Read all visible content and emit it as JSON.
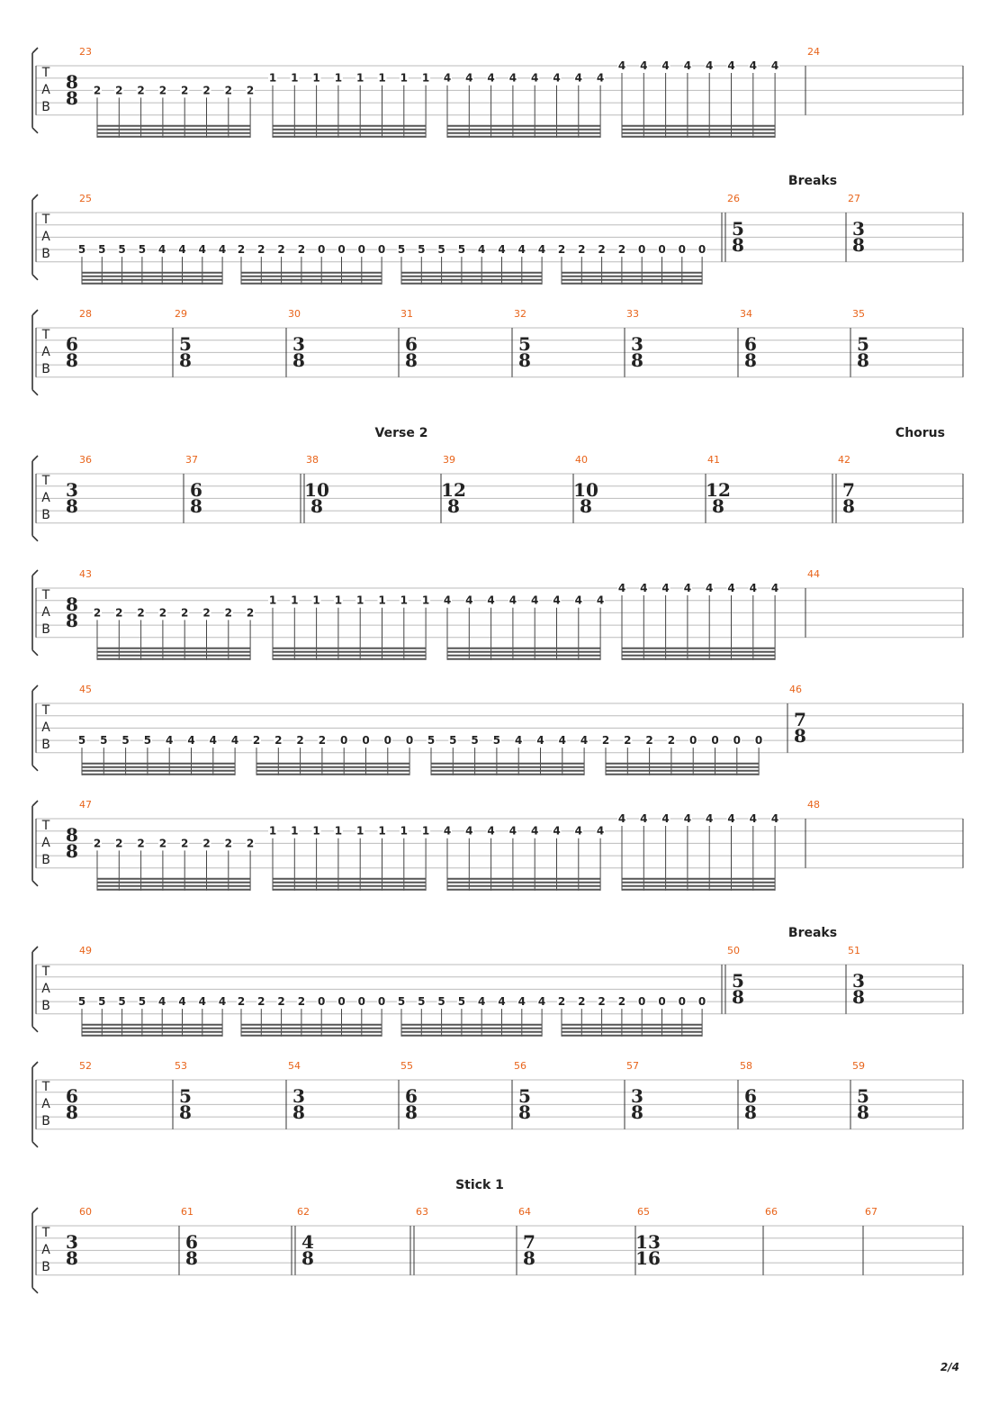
{
  "page_number": "2/4",
  "tab_letters": [
    "T",
    "A",
    "B"
  ],
  "systems": [
    {
      "section": "",
      "measures": [
        {
          "num": "23",
          "ts": [
            "8",
            "8"
          ],
          "groups": [
            {
              "s": 2,
              "f": [
                "2",
                "2",
                "2",
                "2",
                "2",
                "2",
                "2",
                "2"
              ]
            },
            {
              "s": 1,
              "f": [
                "1",
                "1",
                "1",
                "1",
                "1",
                "1",
                "1",
                "1"
              ]
            },
            {
              "s": 1,
              "f": [
                "4",
                "4",
                "4",
                "4",
                "4",
                "4",
                "4",
                "4"
              ]
            },
            {
              "s": 0,
              "f": [
                "4",
                "4",
                "4",
                "4",
                "4",
                "4",
                "4",
                "4"
              ]
            }
          ]
        },
        {
          "num": "24"
        }
      ]
    },
    {
      "section": "Breaks",
      "measures": [
        {
          "num": "25",
          "groups": [
            {
              "s": 3,
              "f": [
                "5",
                "5",
                "5",
                "5",
                "4",
                "4",
                "4",
                "4"
              ]
            },
            {
              "s": 3,
              "f": [
                "2",
                "2",
                "2",
                "2",
                "0",
                "0",
                "0",
                "0"
              ]
            },
            {
              "s": 3,
              "f": [
                "5",
                "5",
                "5",
                "5",
                "4",
                "4",
                "4",
                "4"
              ]
            },
            {
              "s": 3,
              "f": [
                "2",
                "2",
                "2",
                "2",
                "0",
                "0",
                "0",
                "0"
              ]
            }
          ]
        },
        {
          "num": "26",
          "ts": [
            "5",
            "8"
          ],
          "double_bar_before": true
        },
        {
          "num": "27",
          "ts": [
            "3",
            "8"
          ]
        }
      ]
    },
    {
      "section": "",
      "measures": [
        {
          "num": "28",
          "ts": [
            "6",
            "8"
          ]
        },
        {
          "num": "29",
          "ts": [
            "5",
            "8"
          ]
        },
        {
          "num": "30",
          "ts": [
            "3",
            "8"
          ]
        },
        {
          "num": "31",
          "ts": [
            "6",
            "8"
          ]
        },
        {
          "num": "32",
          "ts": [
            "5",
            "8"
          ]
        },
        {
          "num": "33",
          "ts": [
            "3",
            "8"
          ]
        },
        {
          "num": "34",
          "ts": [
            "6",
            "8"
          ]
        },
        {
          "num": "35",
          "ts": [
            "5",
            "8"
          ]
        }
      ]
    },
    {
      "section": "",
      "labels": [
        {
          "text": "Verse 2",
          "measure": 2
        },
        {
          "text": "Chorus",
          "measure": 6,
          "right": true
        }
      ],
      "measures": [
        {
          "num": "36",
          "ts": [
            "3",
            "8"
          ]
        },
        {
          "num": "37",
          "ts": [
            "6",
            "8"
          ]
        },
        {
          "num": "38",
          "ts": [
            "10",
            "8"
          ],
          "double_bar_before": true
        },
        {
          "num": "39",
          "ts": [
            "12",
            "8"
          ]
        },
        {
          "num": "40",
          "ts": [
            "10",
            "8"
          ]
        },
        {
          "num": "41",
          "ts": [
            "12",
            "8"
          ]
        },
        {
          "num": "42",
          "ts": [
            "7",
            "8"
          ],
          "double_bar_before": true
        }
      ]
    },
    {
      "section": "",
      "measures": [
        {
          "num": "43",
          "ts": [
            "8",
            "8"
          ],
          "groups": [
            {
              "s": 2,
              "f": [
                "2",
                "2",
                "2",
                "2",
                "2",
                "2",
                "2",
                "2"
              ]
            },
            {
              "s": 1,
              "f": [
                "1",
                "1",
                "1",
                "1",
                "1",
                "1",
                "1",
                "1"
              ]
            },
            {
              "s": 1,
              "f": [
                "4",
                "4",
                "4",
                "4",
                "4",
                "4",
                "4",
                "4"
              ]
            },
            {
              "s": 0,
              "f": [
                "4",
                "4",
                "4",
                "4",
                "4",
                "4",
                "4",
                "4"
              ]
            }
          ]
        },
        {
          "num": "44"
        }
      ]
    },
    {
      "section": "",
      "measures": [
        {
          "num": "45",
          "groups": [
            {
              "s": 3,
              "f": [
                "5",
                "5",
                "5",
                "5",
                "4",
                "4",
                "4",
                "4"
              ]
            },
            {
              "s": 3,
              "f": [
                "2",
                "2",
                "2",
                "2",
                "0",
                "0",
                "0",
                "0"
              ]
            },
            {
              "s": 3,
              "f": [
                "5",
                "5",
                "5",
                "5",
                "4",
                "4",
                "4",
                "4"
              ]
            },
            {
              "s": 3,
              "f": [
                "2",
                "2",
                "2",
                "2",
                "0",
                "0",
                "0",
                "0"
              ]
            }
          ]
        },
        {
          "num": "46",
          "ts": [
            "7",
            "8"
          ]
        }
      ]
    },
    {
      "section": "",
      "measures": [
        {
          "num": "47",
          "ts": [
            "8",
            "8"
          ],
          "groups": [
            {
              "s": 2,
              "f": [
                "2",
                "2",
                "2",
                "2",
                "2",
                "2",
                "2",
                "2"
              ]
            },
            {
              "s": 1,
              "f": [
                "1",
                "1",
                "1",
                "1",
                "1",
                "1",
                "1",
                "1"
              ]
            },
            {
              "s": 1,
              "f": [
                "4",
                "4",
                "4",
                "4",
                "4",
                "4",
                "4",
                "4"
              ]
            },
            {
              "s": 0,
              "f": [
                "4",
                "4",
                "4",
                "4",
                "4",
                "4",
                "4",
                "4"
              ]
            }
          ]
        },
        {
          "num": "48"
        }
      ]
    },
    {
      "section": "Breaks",
      "measures": [
        {
          "num": "49",
          "groups": [
            {
              "s": 3,
              "f": [
                "5",
                "5",
                "5",
                "5",
                "4",
                "4",
                "4",
                "4"
              ]
            },
            {
              "s": 3,
              "f": [
                "2",
                "2",
                "2",
                "2",
                "0",
                "0",
                "0",
                "0"
              ]
            },
            {
              "s": 3,
              "f": [
                "5",
                "5",
                "5",
                "5",
                "4",
                "4",
                "4",
                "4"
              ]
            },
            {
              "s": 3,
              "f": [
                "2",
                "2",
                "2",
                "2",
                "0",
                "0",
                "0",
                "0"
              ]
            }
          ]
        },
        {
          "num": "50",
          "ts": [
            "5",
            "8"
          ],
          "double_bar_before": true
        },
        {
          "num": "51",
          "ts": [
            "3",
            "8"
          ]
        }
      ]
    },
    {
      "section": "",
      "measures": [
        {
          "num": "52",
          "ts": [
            "6",
            "8"
          ]
        },
        {
          "num": "53",
          "ts": [
            "5",
            "8"
          ]
        },
        {
          "num": "54",
          "ts": [
            "3",
            "8"
          ]
        },
        {
          "num": "55",
          "ts": [
            "6",
            "8"
          ]
        },
        {
          "num": "56",
          "ts": [
            "5",
            "8"
          ]
        },
        {
          "num": "57",
          "ts": [
            "3",
            "8"
          ]
        },
        {
          "num": "58",
          "ts": [
            "6",
            "8"
          ]
        },
        {
          "num": "59",
          "ts": [
            "5",
            "8"
          ]
        }
      ]
    },
    {
      "section": "",
      "labels": [
        {
          "text": "Stick 1",
          "measure": 3,
          "center": true
        }
      ],
      "measures": [
        {
          "num": "60",
          "ts": [
            "3",
            "8"
          ]
        },
        {
          "num": "61",
          "ts": [
            "6",
            "8"
          ]
        },
        {
          "num": "62",
          "ts": [
            "4",
            "8"
          ],
          "double_bar_before": true
        },
        {
          "num": "63",
          "double_bar_before": true
        },
        {
          "num": "64",
          "ts": [
            "7",
            "8"
          ]
        },
        {
          "num": "65",
          "ts": [
            "13",
            "16"
          ]
        },
        {
          "num": "66"
        },
        {
          "num": "67"
        }
      ]
    }
  ]
}
